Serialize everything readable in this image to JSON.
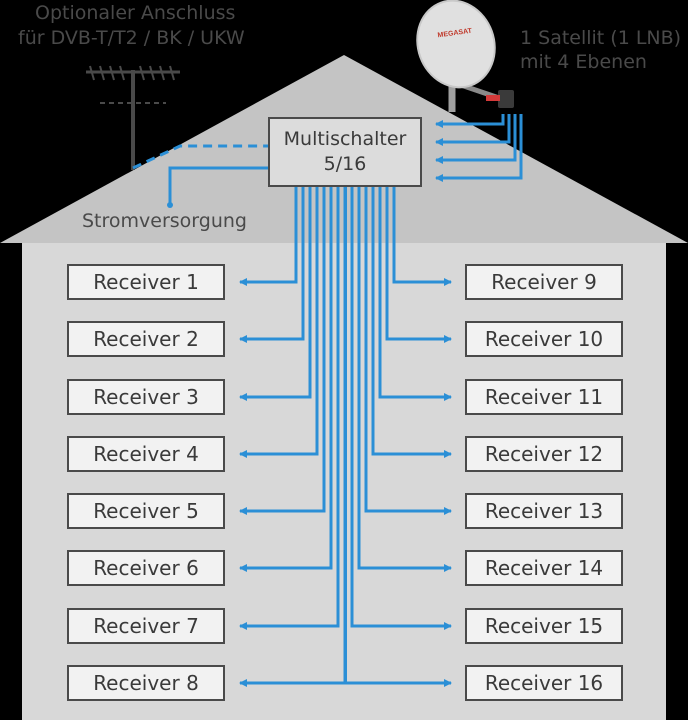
{
  "labels": {
    "antenna": [
      "Optionaler Anschluss",
      "für DVB-T/T2 / BK / UKW"
    ],
    "satellite": [
      "1 Satellit (1 LNB)",
      "mit 4 Ebenen"
    ],
    "dish_logo": "MEGASAT",
    "multiswitch": [
      "Multischalter",
      "5/16"
    ],
    "power": "Stromversorgung"
  },
  "receivers_left": [
    "Receiver 1",
    "Receiver 2",
    "Receiver 3",
    "Receiver 4",
    "Receiver 5",
    "Receiver 6",
    "Receiver 7",
    "Receiver 8"
  ],
  "receivers_right": [
    "Receiver 9",
    "Receiver 10",
    "Receiver 11",
    "Receiver 12",
    "Receiver 13",
    "Receiver 14",
    "Receiver 15",
    "Receiver 16"
  ],
  "colors": {
    "background": "#000000",
    "house": "#d8d8d8",
    "roof": "#c4c4c4",
    "cable": "#2b8fd6",
    "text": "#4a4a4a",
    "box_fill": "#f2f2f2",
    "multiswitch_fill": "#dcdcdc"
  }
}
